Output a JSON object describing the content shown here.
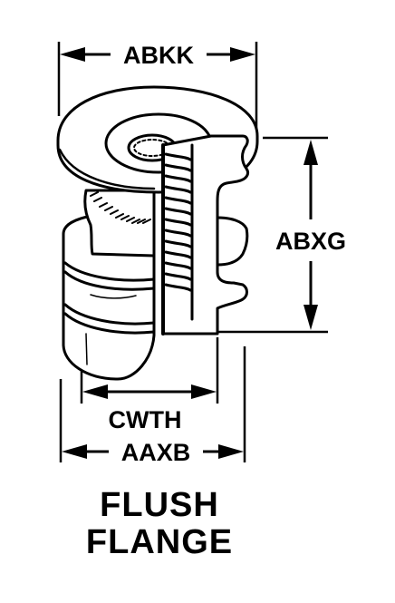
{
  "dimensions": {
    "top_width": "ABKK",
    "right_height": "ABXG",
    "inner_width": "CWTH",
    "overall_width": "AAXB"
  },
  "caption": {
    "line1": "FLUSH",
    "line2": "FLANGE"
  },
  "colors": {
    "ink": "#000000",
    "paper": "#ffffff"
  }
}
